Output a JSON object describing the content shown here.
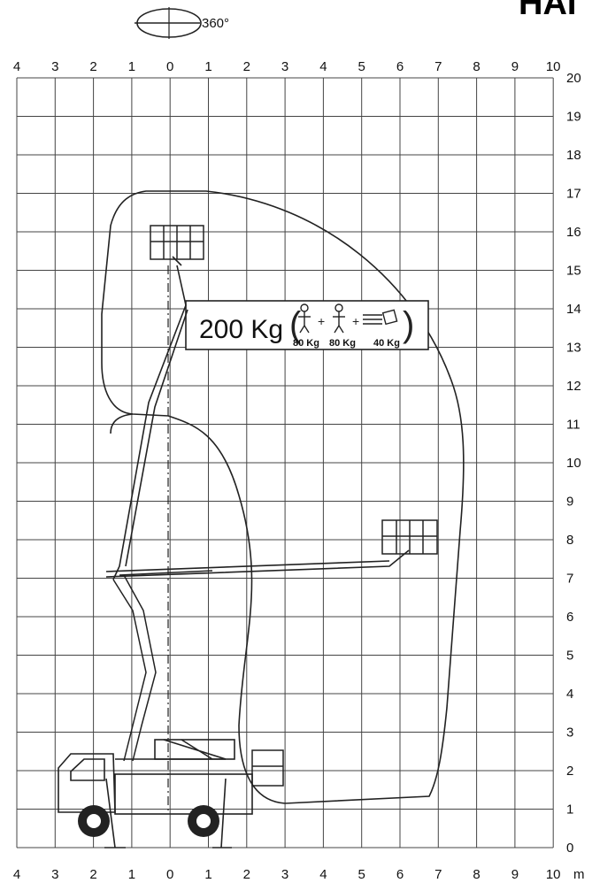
{
  "brand": "HAI",
  "rotation": {
    "label": "360°"
  },
  "axis": {
    "x_values": [
      4,
      3,
      2,
      1,
      0,
      1,
      2,
      3,
      4,
      5,
      6,
      7,
      8,
      9,
      10
    ],
    "y_values": [
      0,
      1,
      2,
      3,
      4,
      5,
      6,
      7,
      8,
      9,
      10,
      11,
      12,
      13,
      14,
      15,
      16,
      17,
      18,
      19,
      20
    ],
    "unit": "m"
  },
  "capacity": {
    "total": "200 Kg",
    "persons": [
      "80 Kg",
      "80 Kg"
    ],
    "tools": "40 Kg"
  },
  "colors": {
    "line": "#222222",
    "grid": "#444444"
  }
}
